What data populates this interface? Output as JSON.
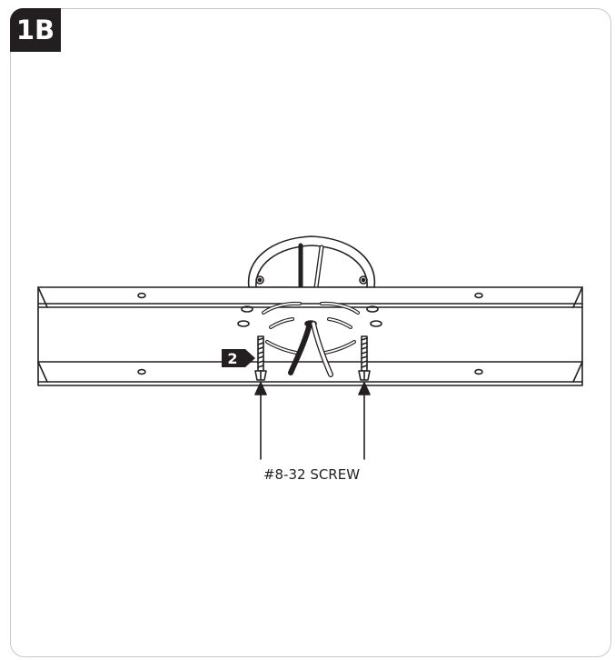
{
  "step": {
    "label": "1B"
  },
  "callouts": {
    "screw_label": "#8-32 SCREW",
    "part_number": "2"
  },
  "colors": {
    "ink": "#231f20",
    "frame": "#c8c8c8"
  }
}
